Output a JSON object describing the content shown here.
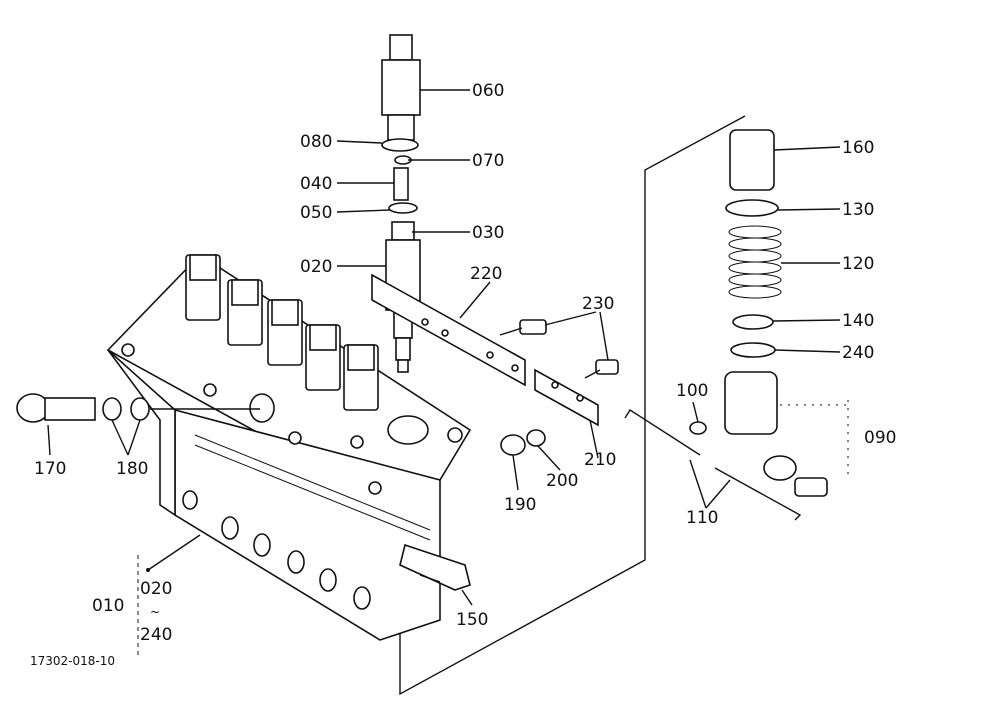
{
  "drawing_number": "17302-018-10",
  "part_labels": {
    "p060": "060",
    "p080": "080",
    "p070": "070",
    "p040": "040",
    "p050": "050",
    "p030": "030",
    "p020": "020",
    "p220": "220",
    "p230": "230",
    "p160": "160",
    "p130": "130",
    "p120": "120",
    "p140": "140",
    "p240": "240",
    "p100": "100",
    "p090": "090",
    "p110": "110",
    "p170": "170",
    "p180": "180",
    "p190": "190",
    "p200": "200",
    "p210": "210",
    "p150": "150",
    "p010": "010",
    "p010_sub_020": "020",
    "p010_sub_240": "240"
  }
}
